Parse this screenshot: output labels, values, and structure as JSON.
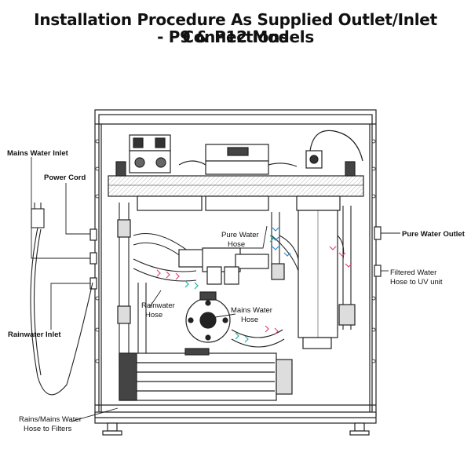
{
  "title": {
    "line1": "Installation Procedure As Supplied Outlet/Inlet Connections",
    "line2": "-  P9 & P12 Models"
  },
  "labels": {
    "mains_water_inlet": "Mains Water Inlet",
    "power_cord": "Power Cord",
    "rainwater_inlet": "Rainwater Inlet",
    "rains_mains_hose_line1": "Rains/Mains Water",
    "rains_mains_hose_line2": "Hose to Filters",
    "pure_water_hose_line1": "Pure Water",
    "pure_water_hose_line2": "Hose",
    "rainwater_hose_line1": "Rainwater",
    "rainwater_hose_line2": "Hose",
    "mains_water_hose_line1": "Mains Water",
    "mains_water_hose_line2": "Hose",
    "pure_water_outlet": "Pure Water Outlet",
    "filtered_water_hose_line1": "Filtered Water",
    "filtered_water_hose_line2": "Hose to UV unit"
  },
  "colors": {
    "line": "#222222",
    "pure_water_arrow": "#2b8fd6",
    "rainwater_arrow": "#e0457b",
    "mains_water_arrow": "#19b3a8"
  }
}
